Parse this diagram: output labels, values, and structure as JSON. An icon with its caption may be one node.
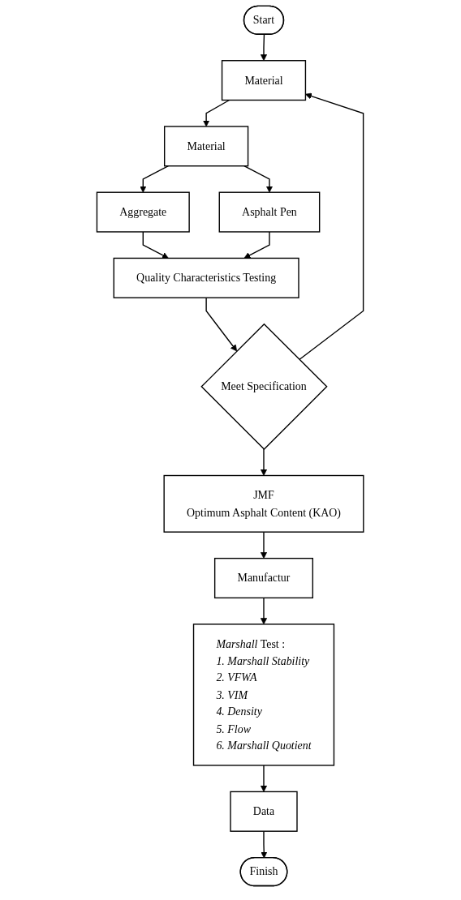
{
  "diagram": {
    "nodes": [
      {
        "text": [
          "Start"
        ]
      },
      {
        "text": [
          "Material"
        ]
      },
      {
        "text": [
          "Material"
        ]
      },
      {
        "text": [
          "Aggregate"
        ]
      },
      {
        "text": [
          "Asphalt Pen"
        ]
      },
      {
        "text": [
          "Quality Characteristics Testing"
        ]
      },
      {
        "text": [
          "Meet Specification"
        ]
      },
      {
        "text": [
          "JMF",
          "Optimum Asphalt Content (KAO)"
        ]
      },
      {
        "text": [
          "Manufactur"
        ]
      },
      {
        "text": [
          "*Marshall* Test :",
          "1. Marshall Stability",
          "2. VFWA",
          "3. VIM",
          "4. Density",
          "5. Flow",
          "6. Marshall Quotient"
        ]
      },
      {
        "text": [
          "Data"
        ]
      },
      {
        "text": [
          "Finish"
        ]
      }
    ],
    "edges": [
      {
        "from": 0,
        "to": 1,
        "arrow": "to"
      },
      {
        "from": 1,
        "to": 2,
        "arrow": "to"
      },
      {
        "from": 2,
        "to": 3,
        "arrow": "to"
      },
      {
        "from": 2,
        "to": 4,
        "arrow": "to"
      },
      {
        "from": 3,
        "to": 5,
        "arrow": "to"
      },
      {
        "from": 4,
        "to": 5,
        "arrow": "to"
      },
      {
        "from": 5,
        "to": 6,
        "arrow": "to"
      },
      {
        "from": 6,
        "to": 7,
        "arrow": "to"
      },
      {
        "from": 7,
        "to": 8,
        "arrow": "to"
      },
      {
        "from": 8,
        "to": 9,
        "arrow": "to"
      },
      {
        "from": 9,
        "to": 10,
        "arrow": "to"
      },
      {
        "from": 10,
        "to": 11,
        "arrow": "to"
      },
      {
        "from": 6,
        "to": 1,
        "arrow": "to"
      }
    ]
  }
}
